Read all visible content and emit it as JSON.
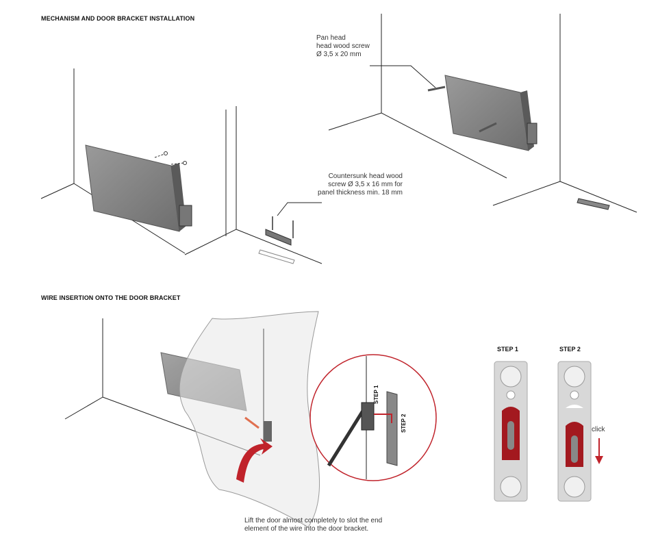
{
  "sections": {
    "mechanism_title": "MECHANISM AND DOOR BRACKET INSTALLATION",
    "wire_title": "WIRE INSERTION ONTO THE DOOR BRACKET"
  },
  "callouts": {
    "pan_head": [
      "Pan head",
      "head wood screw",
      "Ø 3,5 x 20 mm"
    ],
    "countersunk": [
      "Countersunk head wood",
      "screw Ø 3,5 x 16 mm for",
      "panel thickness min. 18 mm"
    ],
    "lift_door": [
      "Lift the door almost completely to slot the end",
      "element of the wire into the door bracket."
    ]
  },
  "detail_circle": {
    "step1": "STEP 1",
    "step2": "STEP 2"
  },
  "steps": {
    "step1_label": "STEP 1",
    "step2_label": "STEP 2",
    "click_label": "click"
  },
  "colors": {
    "accent_red": "#c0232b",
    "bracket_red": "#a3191f",
    "mechanism_gray": "#8a8a8a"
  }
}
